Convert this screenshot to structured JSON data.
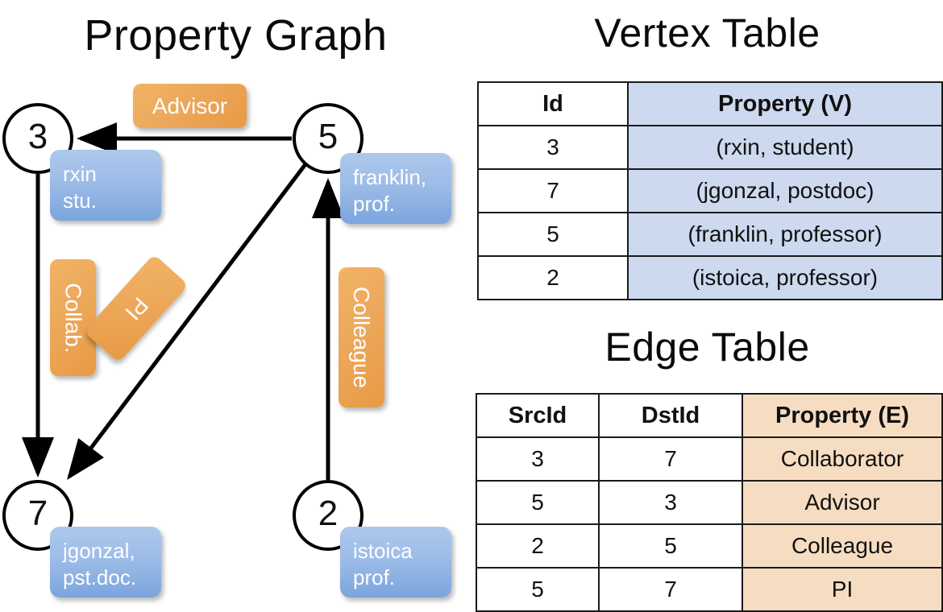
{
  "titles": {
    "property_graph": "Property Graph",
    "vertex_table": "Vertex Table",
    "edge_table": "Edge Table"
  },
  "colors": {
    "vertex_property_fill": "#ccd9ef",
    "edge_property_fill": "#f6ddc2",
    "vertex_box_blue": "#9dbce7",
    "edge_label_orange": "#eda95c",
    "stroke": "#000000",
    "background": "#ffffff"
  },
  "graph": {
    "nodes": [
      {
        "id": "3",
        "property_label": "rxin\nstu."
      },
      {
        "id": "5",
        "property_label": "franklin,\nprof."
      },
      {
        "id": "7",
        "property_label": "jgonzal,\npst.doc."
      },
      {
        "id": "2",
        "property_label": "istoica\nprof."
      }
    ],
    "node_labels": {
      "n3": "3",
      "n5": "5",
      "n7": "7",
      "n2": "2"
    },
    "vertex_boxes": {
      "rxin_line1": "rxin",
      "rxin_line2": "stu.",
      "franklin_line1": "franklin,",
      "franklin_line2": "prof.",
      "jgonzal_line1": "jgonzal,",
      "jgonzal_line2": "pst.doc.",
      "istoica_line1": "istoica",
      "istoica_line2": "prof."
    },
    "edge_labels": {
      "advisor": "Advisor",
      "collab": "Collab.",
      "pi": "PI",
      "colleague": "Colleague"
    },
    "edges": [
      {
        "src": "5",
        "dst": "3",
        "label": "Advisor"
      },
      {
        "src": "3",
        "dst": "7",
        "label": "Collab."
      },
      {
        "src": "5",
        "dst": "7",
        "label": "PI"
      },
      {
        "src": "2",
        "dst": "5",
        "label": "Colleague"
      }
    ]
  },
  "vertex_table": {
    "headers": [
      "Id",
      "Property (V)"
    ],
    "rows": [
      {
        "id": "3",
        "property": "(rxin, student)"
      },
      {
        "id": "7",
        "property": "(jgonzal, postdoc)"
      },
      {
        "id": "5",
        "property": "(franklin, professor)"
      },
      {
        "id": "2",
        "property": "(istoica, professor)"
      }
    ]
  },
  "edge_table": {
    "headers": [
      "SrcId",
      "DstId",
      "Property (E)"
    ],
    "rows": [
      {
        "src": "3",
        "dst": "7",
        "property": "Collaborator"
      },
      {
        "src": "5",
        "dst": "3",
        "property": "Advisor"
      },
      {
        "src": "2",
        "dst": "5",
        "property": "Colleague"
      },
      {
        "src": "5",
        "dst": "7",
        "property": "PI"
      }
    ]
  }
}
